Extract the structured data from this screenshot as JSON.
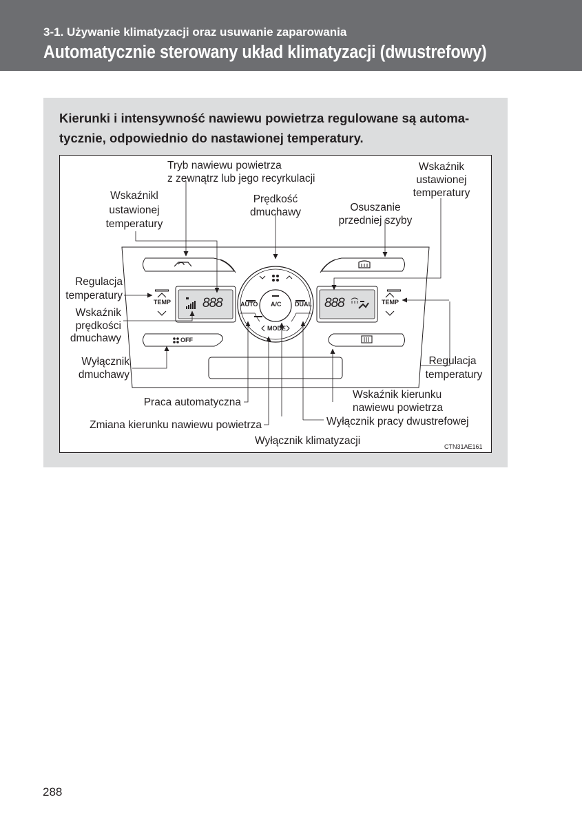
{
  "header": {
    "section_title": "3-1. Używanie klimatyzacji oraz usuwanie zaparowania",
    "page_heading": "Automatycznie sterowany układ klimatyzacji (dwustrefowy)"
  },
  "intro": {
    "line1": "Kierunki i intensywność nawiewu powietrza regulowane są automa-",
    "line2": "tycznie, odpowiednio do nastawionej temperatury."
  },
  "figure": {
    "code": "CTN31AE161",
    "labels": {
      "air_intake_1": "Tryb nawiewu powietrza",
      "air_intake_2": "z zewnątrz lub jego recyrkulacji",
      "temp_ind_right_1": "Wskaźnik",
      "temp_ind_right_2": "ustawionej",
      "temp_ind_right_3": "temperatury",
      "temp_ind_left_1": "Wskaźnikl",
      "temp_ind_left_2": "ustawionej",
      "temp_ind_left_3": "temperatury",
      "fan_speed_1": "Prędkość",
      "fan_speed_2": "dmuchawy",
      "defrost_1": "Osuszanie",
      "defrost_2": "przedniej szyby",
      "temp_ctrl_left_1": "Regulacja",
      "temp_ctrl_left_2": "temperatury",
      "fan_ind_1": "Wskaźnik",
      "fan_ind_2": "prędkości",
      "fan_ind_3": "dmuchawy",
      "fan_off_1": "Wyłącznik",
      "fan_off_2": "dmuchawy",
      "temp_ctrl_right_1": "Regulacja",
      "temp_ctrl_right_2": "temperatury",
      "auto_mode": "Praca automatyczna",
      "airflow_ind_1": "Wskaźnik kierunku",
      "airflow_ind_2": "nawiewu powietrza",
      "mode_change": "Zmiana kierunku nawiewu powietrza",
      "dual_switch": "Wyłącznik pracy dwustrefowej",
      "ac_switch": "Wyłącznik klimatyzacji"
    },
    "panel": {
      "temp_button": "TEMP",
      "display_value": "888",
      "auto_button": "AUTO",
      "ac_button": "A/C",
      "dual_button": "DUAL",
      "mode_button": "MODE",
      "fan_off_button": "OFF"
    }
  },
  "page_number": "288",
  "colors": {
    "header": "#6d6e71",
    "box": "#dcddde",
    "lcd": "#dcddde"
  },
  "icons": [
    "recirculation-icon",
    "front-defrost-icon",
    "rear-defrost-icon",
    "fan-icon",
    "chevron-up-icon",
    "chevron-down-icon"
  ]
}
